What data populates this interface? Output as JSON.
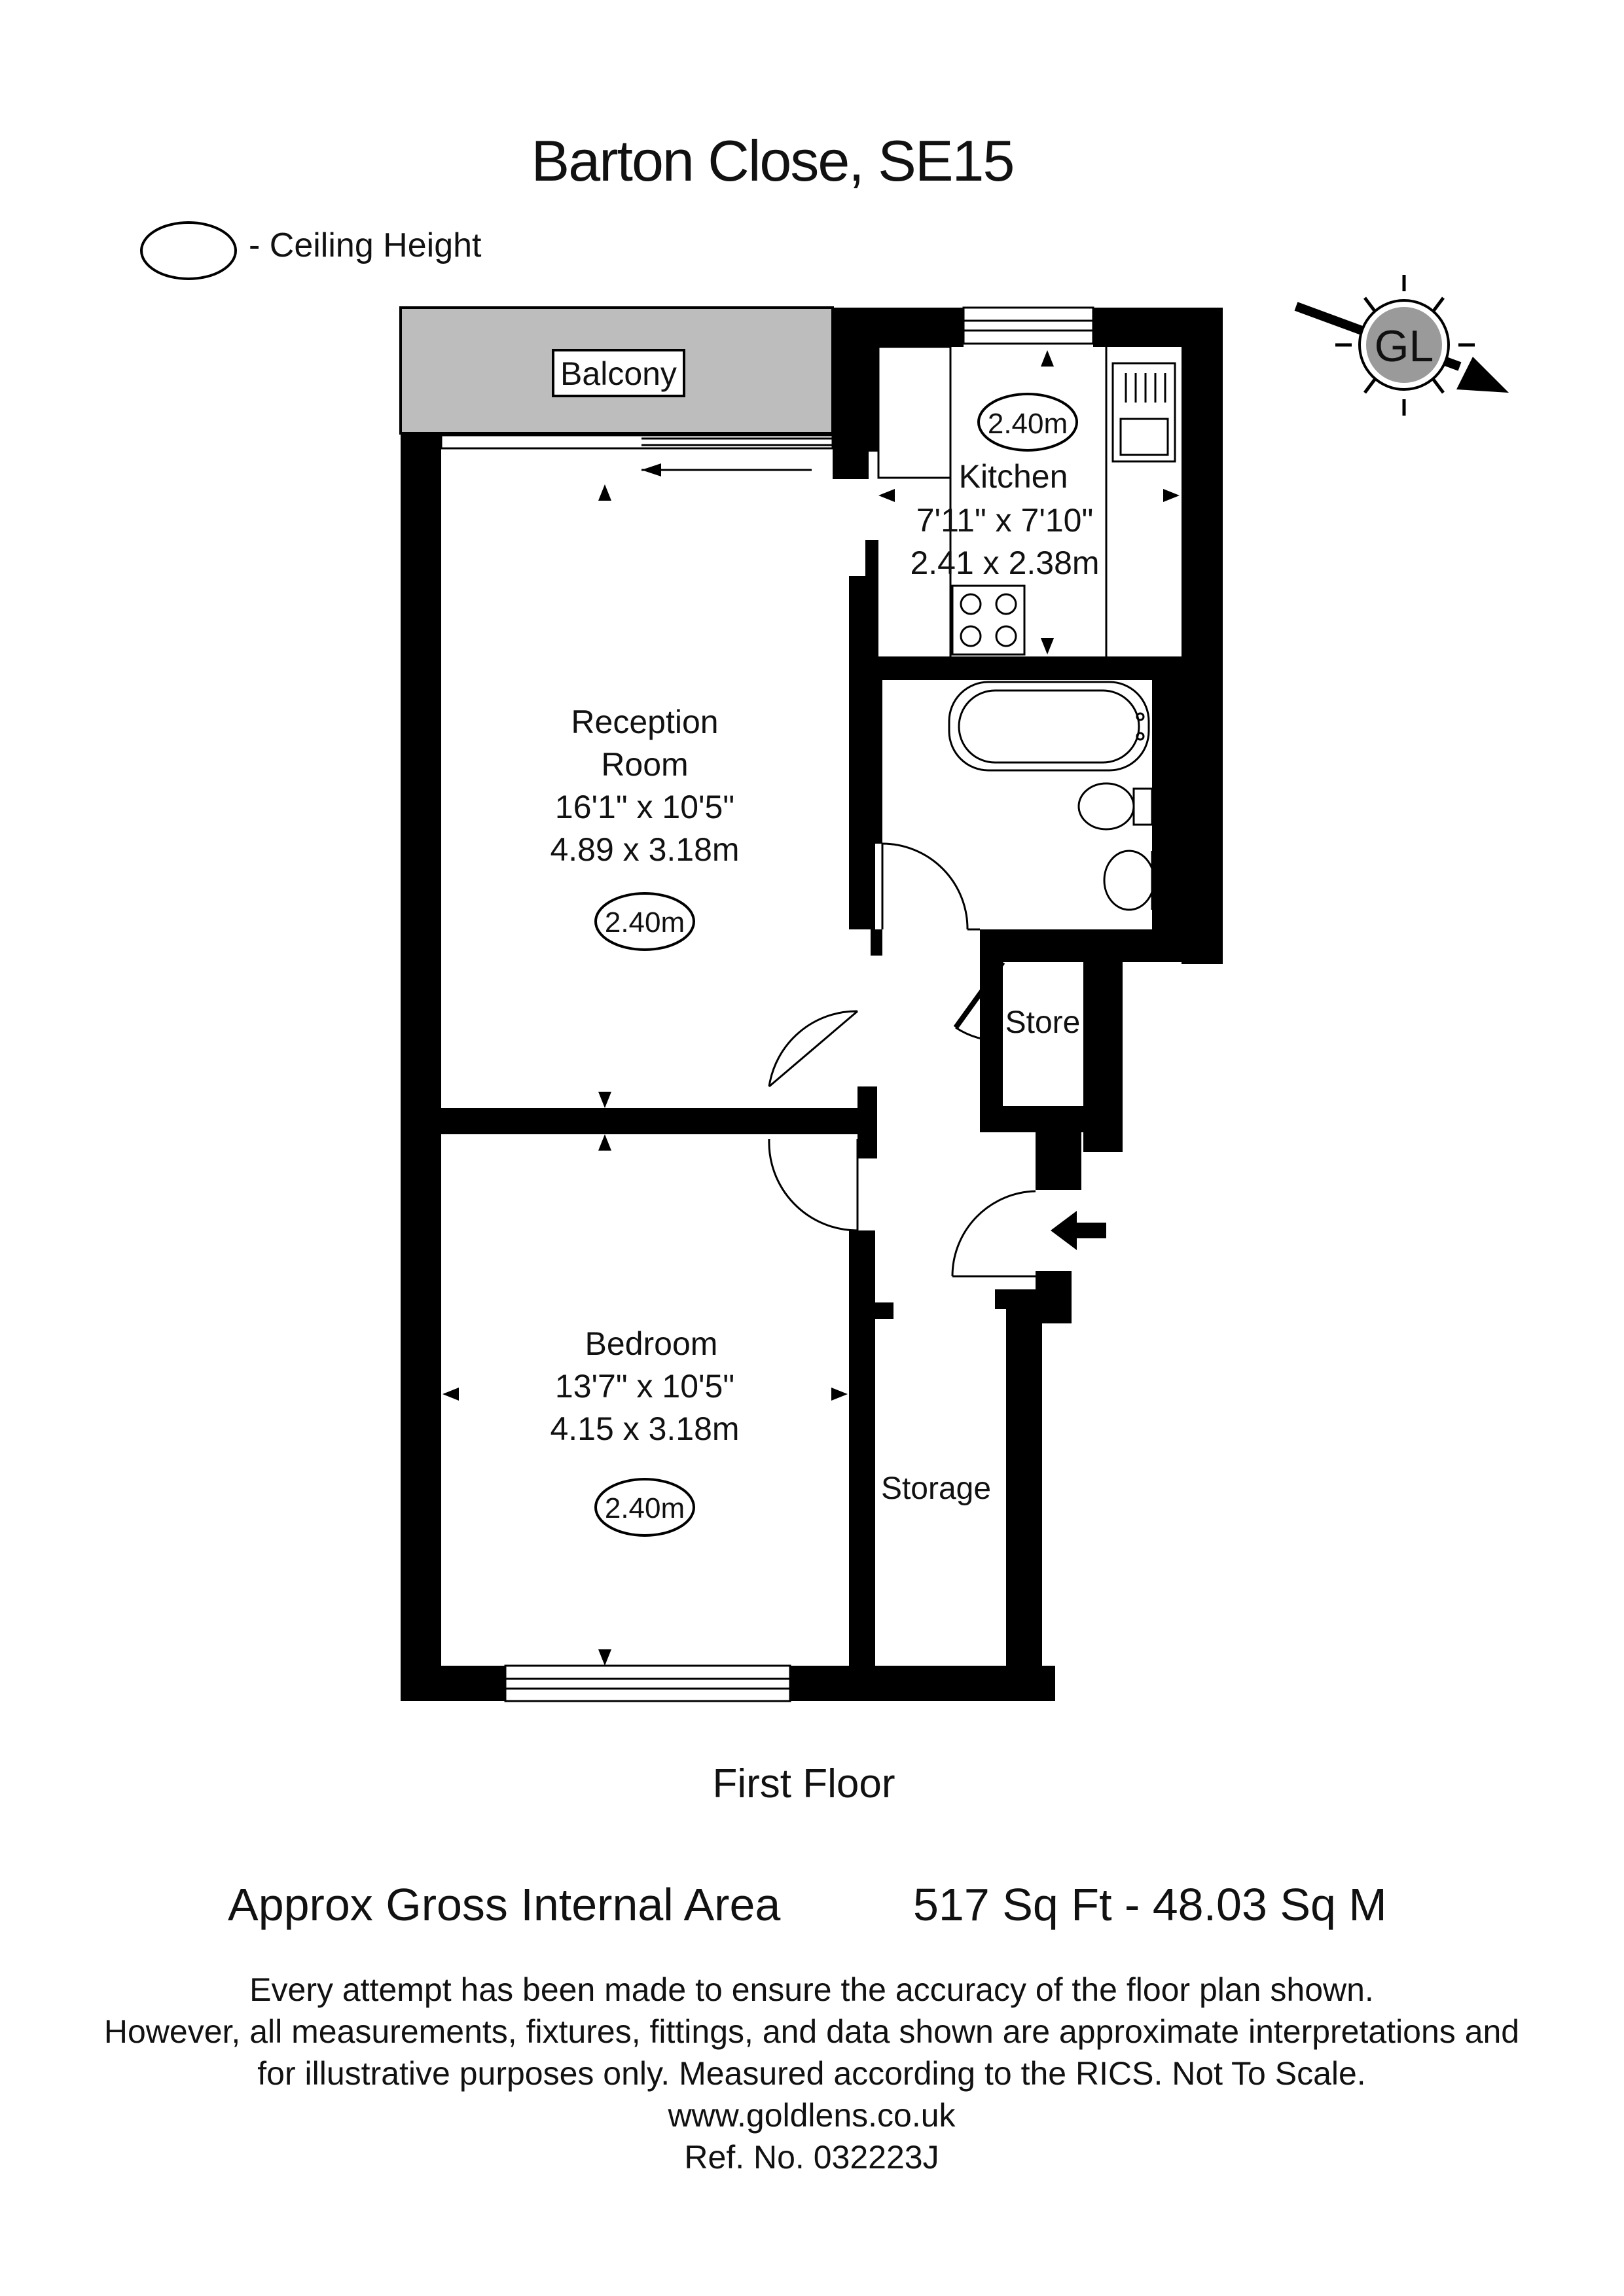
{
  "title": "Barton Close, SE15",
  "legend": {
    "text": "- Ceiling Height"
  },
  "floor_label": "First Floor",
  "rooms": {
    "balcony": {
      "name": "Balcony"
    },
    "kitchen": {
      "name": "Kitchen",
      "imperial": "7'11\" x 7'10\"",
      "metric": "2.41 x 2.38m",
      "ceiling": "2.40m"
    },
    "reception": {
      "name_line1": "Reception",
      "name_line2": "Room",
      "imperial": "16'1\" x 10'5\"",
      "metric": "4.89 x 3.18m",
      "ceiling": "2.40m"
    },
    "bedroom": {
      "name": "Bedroom",
      "imperial": "13'7\" x 10'5\"",
      "metric": "4.15 x 3.18m",
      "ceiling": "2.40m"
    },
    "store": {
      "name": "Store"
    },
    "storage": {
      "name": "Storage"
    }
  },
  "compass": {
    "label": "GL"
  },
  "area": {
    "label": "Approx Gross Internal Area",
    "value": "517 Sq Ft  - 48.03 Sq M"
  },
  "disclaimer": {
    "line1": "Every attempt has been made to ensure the accuracy of the floor plan shown.",
    "line2": "However, all measurements, fixtures, fittings, and data shown are approximate interpretations and",
    "line3": "for illustrative purposes only. Measured according to the RICS. Not To Scale.",
    "website": "www.goldlens.co.uk",
    "ref": "Ref. No. 032223J"
  },
  "colors": {
    "wall": "#000000",
    "balcony_fill": "#bdbdbd",
    "compass_fill": "#9a9a9a"
  }
}
